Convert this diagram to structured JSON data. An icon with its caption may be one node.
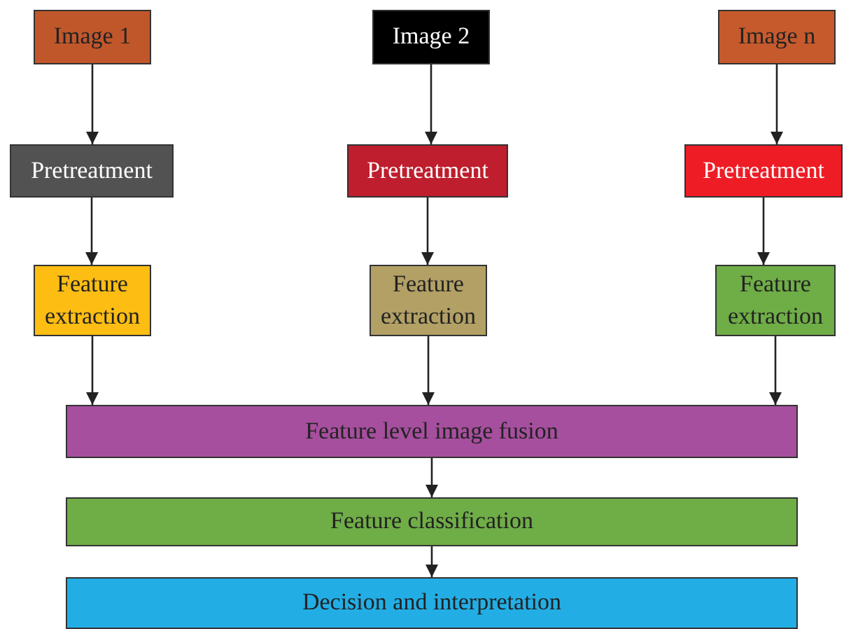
{
  "diagram": {
    "nodes": [
      {
        "text": [
          "Image 1"
        ]
      },
      {
        "text": [
          "Image 2"
        ]
      },
      {
        "text": [
          "Image n"
        ]
      },
      {
        "text": [
          "Pretreatment"
        ]
      },
      {
        "text": [
          "Pretreatment"
        ]
      },
      {
        "text": [
          "Pretreatment"
        ]
      },
      {
        "text": [
          "Feature extraction"
        ]
      },
      {
        "text": [
          "Feature extraction"
        ]
      },
      {
        "text": [
          "Feature extraction"
        ]
      },
      {
        "text": [
          "Feature level image fusion"
        ]
      },
      {
        "text": [
          "Feature classification"
        ]
      },
      {
        "text": [
          "Decision and interpretation"
        ]
      }
    ],
    "edges": [
      {
        "from": 0,
        "to": 3,
        "arrow": "to"
      },
      {
        "from": 1,
        "to": 4,
        "arrow": "to"
      },
      {
        "from": 2,
        "to": 5,
        "arrow": "to"
      },
      {
        "from": 3,
        "to": 6,
        "arrow": "to"
      },
      {
        "from": 4,
        "to": 7,
        "arrow": "to"
      },
      {
        "from": 5,
        "to": 8,
        "arrow": "to"
      },
      {
        "from": 6,
        "to": 9,
        "arrow": "to"
      },
      {
        "from": 7,
        "to": 9,
        "arrow": "to"
      },
      {
        "from": 8,
        "to": 9,
        "arrow": "to"
      },
      {
        "from": 9,
        "to": 10,
        "arrow": "to"
      },
      {
        "from": 10,
        "to": 11,
        "arrow": "to"
      }
    ]
  }
}
